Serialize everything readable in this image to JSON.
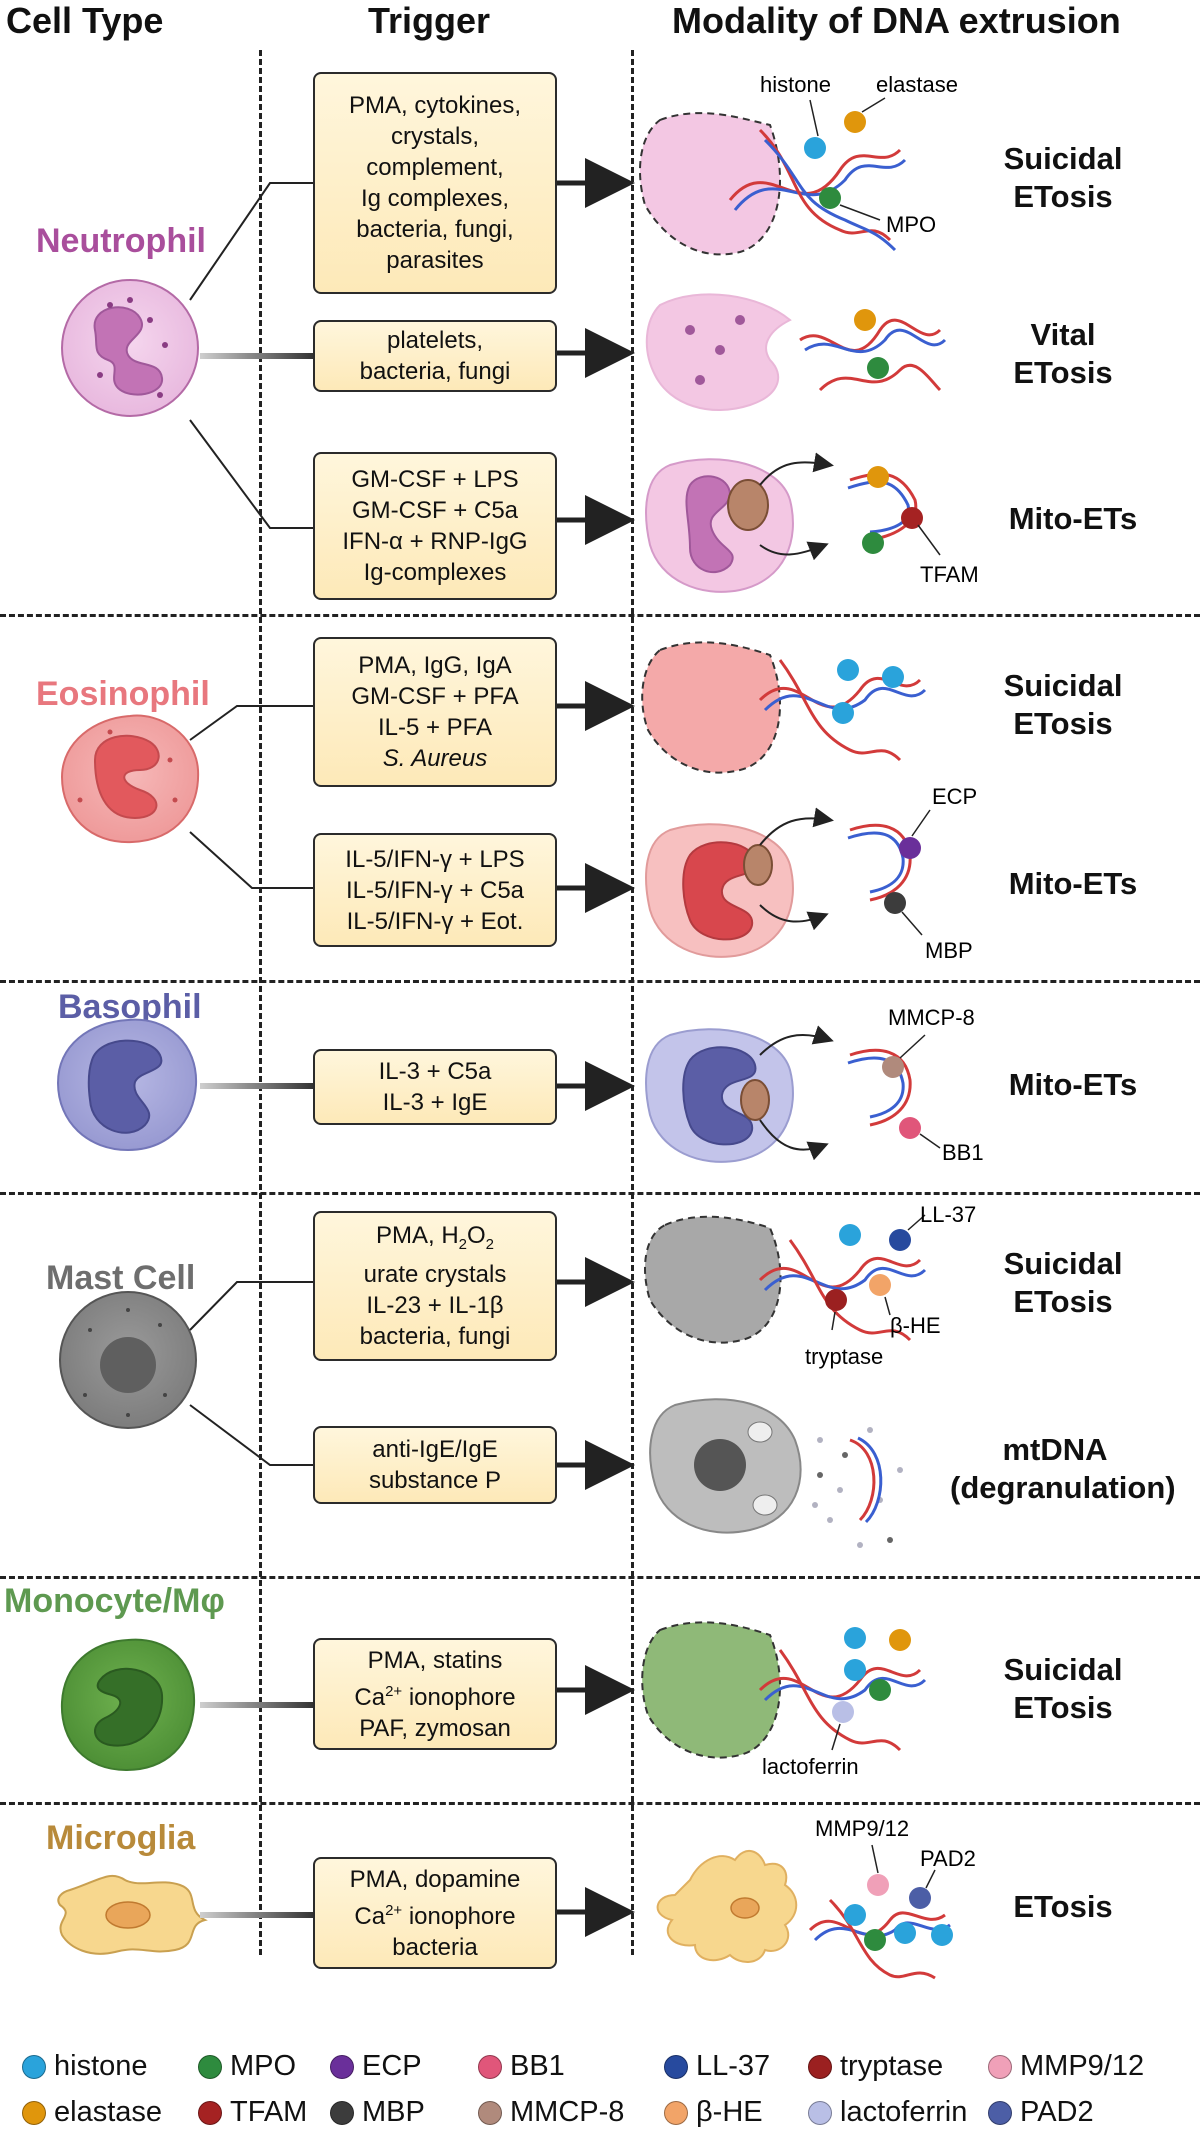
{
  "headers": {
    "cell_type": "Cell Type",
    "trigger": "Trigger",
    "modality": "Modality of DNA extrusion"
  },
  "colors": {
    "neutrophil": "#a94e9c",
    "eosinophil": "#e8777e",
    "basophil": "#5b5ea6",
    "mast_cell": "#6e6e6e",
    "monocyte": "#5e9950",
    "microglia": "#b88a3a",
    "dna_red": "#d23a3a",
    "dna_blue": "#3a5fd0",
    "trigger_box": "#fdebbd"
  },
  "cell_types": [
    {
      "name": "Neutrophil",
      "color": "#a94e9c",
      "icon": "neutrophil-cell-icon"
    },
    {
      "name": "Eosinophil",
      "color": "#e8777e",
      "icon": "eosinophil-cell-icon"
    },
    {
      "name": "Basophil",
      "color": "#5b5ea6",
      "icon": "basophil-cell-icon"
    },
    {
      "name": "Mast Cell",
      "color": "#6e6e6e",
      "icon": "mast-cell-icon"
    },
    {
      "name": "Monocyte/Mφ",
      "color": "#5e9950",
      "icon": "monocyte-cell-icon"
    },
    {
      "name": "Microglia",
      "color": "#b88a3a",
      "icon": "microglia-cell-icon"
    }
  ],
  "triggers": [
    {
      "lines": [
        "PMA, cytokines,",
        "crystals,",
        "complement,",
        "Ig complexes,",
        "bacteria, fungi,",
        "parasites"
      ]
    },
    {
      "lines": [
        "platelets,",
        "bacteria, fungi"
      ]
    },
    {
      "lines": [
        "GM-CSF + LPS",
        "GM-CSF + C5a",
        "IFN-α + RNP-IgG",
        "Ig-complexes"
      ]
    },
    {
      "lines": [
        "PMA, IgG, IgA",
        "GM-CSF + PFA",
        "IL-5 + PFA",
        "S. Aureus"
      ]
    },
    {
      "lines": [
        "IL-5/IFN-γ + LPS",
        "IL-5/IFN-γ + C5a",
        "IL-5/IFN-γ + Eot."
      ]
    },
    {
      "lines": [
        "IL-3 + C5a",
        "IL-3 + IgE"
      ]
    },
    {
      "lines": [
        "PMA, H",
        "urate crystals",
        "IL-23 + IL-1β",
        "bacteria, fungi"
      ],
      "sub": {
        "a": "2",
        "b": "O",
        "c": "2"
      }
    },
    {
      "lines": [
        "anti-IgE/IgE",
        "substance P"
      ]
    },
    {
      "lines": [
        "PMA, statins",
        "Ca",
        "PAF, zymosan"
      ],
      "sup": "2+",
      "sup_tail": " ionophore"
    },
    {
      "lines": [
        "PMA, dopamine",
        "Ca",
        "bacteria"
      ],
      "sup": "2+",
      "sup_tail": " ionophore"
    }
  ],
  "modalities": [
    {
      "lines": [
        "Suicidal",
        "ETosis"
      ]
    },
    {
      "lines": [
        "Vital",
        "ETosis"
      ]
    },
    {
      "lines": [
        "Mito-ETs"
      ]
    },
    {
      "lines": [
        "Suicidal",
        "ETosis"
      ]
    },
    {
      "lines": [
        "Mito-ETs"
      ]
    },
    {
      "lines": [
        "Mito-ETs"
      ]
    },
    {
      "lines": [
        "Suicidal",
        "ETosis"
      ]
    },
    {
      "lines": [
        "mtDNA",
        "(degranulation)"
      ]
    },
    {
      "lines": [
        "Suicidal",
        "ETosis"
      ]
    },
    {
      "lines": [
        "ETosis"
      ]
    }
  ],
  "protein_labels": {
    "histone": "histone",
    "elastase": "elastase",
    "mpo": "MPO",
    "tfam": "TFAM",
    "ecp": "ECP",
    "mbp": "MBP",
    "mmcp8": "MMCP-8",
    "bb1": "BB1",
    "ll37": "LL-37",
    "bhe": "β-HE",
    "tryptase": "tryptase",
    "lactoferrin": "lactoferrin",
    "mmp": "MMP9/12",
    "pad2": "PAD2"
  },
  "legend": [
    {
      "label": "histone",
      "color": "#2aa3db"
    },
    {
      "label": "MPO",
      "color": "#2e8b3e"
    },
    {
      "label": "ECP",
      "color": "#6a2f9a"
    },
    {
      "label": "BB1",
      "color": "#e0567a"
    },
    {
      "label": "LL-37",
      "color": "#274a9e"
    },
    {
      "label": "tryptase",
      "color": "#9b2020"
    },
    {
      "label": "MMP9/12",
      "color": "#f0a0b8"
    },
    {
      "label": "elastase",
      "color": "#e0960c"
    },
    {
      "label": "TFAM",
      "color": "#a52222"
    },
    {
      "label": "MBP",
      "color": "#3c3c3c"
    },
    {
      "label": "MMCP-8",
      "color": "#b08a7c"
    },
    {
      "label": "β-HE",
      "color": "#f2a468"
    },
    {
      "label": "lactoferrin",
      "color": "#b9bfe6"
    },
    {
      "label": "PAD2",
      "color": "#4c5ea6"
    }
  ]
}
